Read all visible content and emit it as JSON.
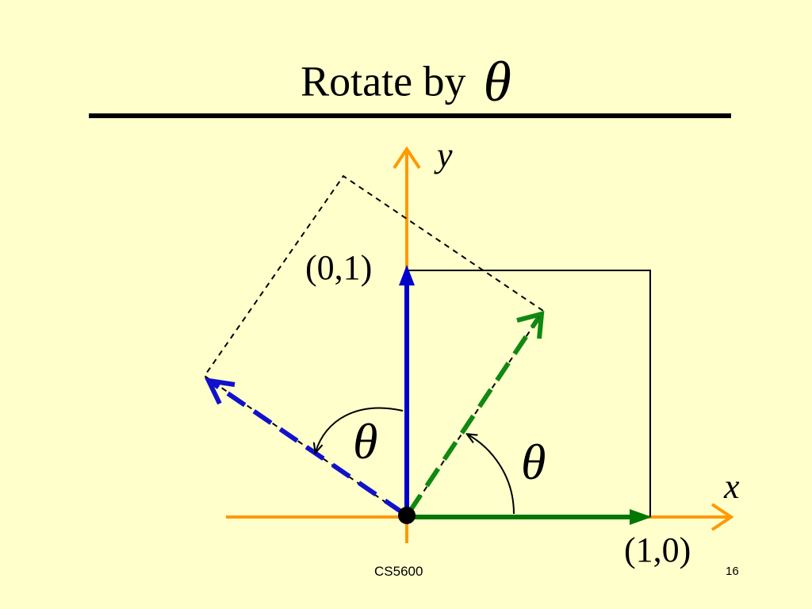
{
  "slide": {
    "title": "Rotate by",
    "title_symbol": "θ",
    "footer_course": "CS5600",
    "page_number": "16"
  },
  "diagram": {
    "axis_x_label": "x",
    "axis_y_label": "y",
    "point_e1_label": "(1,0)",
    "point_e2_label": "(0,1)",
    "angle_label_left": "θ",
    "angle_label_right": "θ",
    "colors": {
      "background": "#FFFFCC",
      "axes": "#FF9900",
      "e1_vector": "#007700",
      "e2_vector": "#0000CC",
      "rotated_e1": "#118811",
      "rotated_e2": "#1111CC",
      "outline": "#000000"
    }
  }
}
